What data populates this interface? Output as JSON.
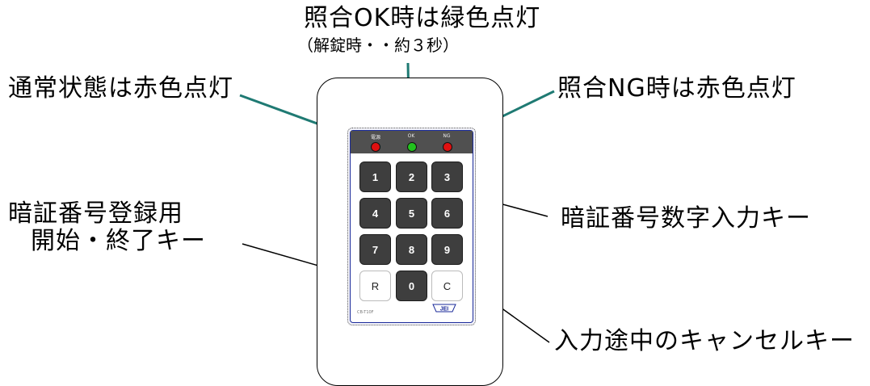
{
  "callouts": {
    "ok_line1": "照合OK時は緑色点灯",
    "ok_line2": "（解錠時・・約３秒）",
    "normal": "通常状態は赤色点灯",
    "ng": "照合NG時は赤色点灯",
    "register_line1": "暗証番号登録用",
    "register_line2": "開始・終了キー",
    "digits": "暗証番号数字入力キー",
    "cancel": "入力途中のキャンセルキー"
  },
  "device": {
    "led_labels": [
      "電源",
      "OK",
      "NG"
    ],
    "led_colors": [
      "#e01010",
      "#22c21e",
      "#e01010"
    ],
    "keys": [
      "1",
      "2",
      "3",
      "4",
      "5",
      "6",
      "7",
      "8",
      "9",
      "R",
      "0",
      "C"
    ],
    "model": "CB-T10F",
    "logo": "JEI"
  },
  "colors": {
    "leader_line": "#1f7a73",
    "key_dark": "#3e3e3e",
    "panel_border": "#1a2a9a"
  }
}
